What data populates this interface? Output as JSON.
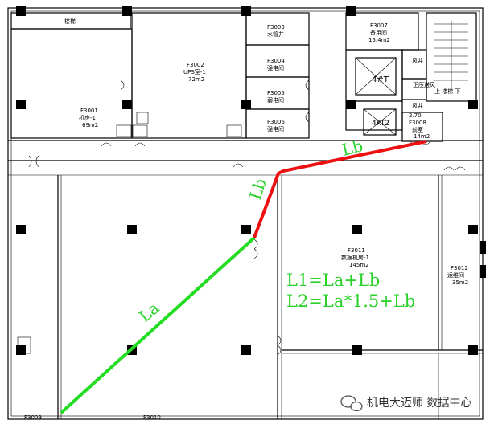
{
  "rooms": {
    "f3001": {
      "code": "F3001",
      "name": "机房-1",
      "area": "69m2"
    },
    "f3002": {
      "code": "F3002",
      "name": "UPS室-1",
      "area": "72m2"
    },
    "f3003": {
      "code": "F3003",
      "name": "水管井"
    },
    "f3004": {
      "code": "F3004",
      "name": "强电间"
    },
    "f3005": {
      "code": "F3005",
      "name": "弱电间"
    },
    "f3006": {
      "code": "F3006",
      "name": "强电间"
    },
    "f3007": {
      "code": "F3007",
      "name": "备用间",
      "area": "15.4m2"
    },
    "f3008": {
      "code": "F3008",
      "name": "前室",
      "area": "14m2",
      "level": "2.70"
    },
    "f3009": {
      "code": "F3009"
    },
    "f3010": {
      "code": "F3010"
    },
    "f3011": {
      "code": "F3011",
      "name": "数据机房-1",
      "area": "145m2"
    },
    "f3012": {
      "code": "F3012",
      "name": "运维间",
      "area": "35m2"
    }
  },
  "misc": {
    "top_room": "楼梯",
    "elev1": "4#T",
    "elev2": "4KT2",
    "stair_text": "上 楼梯 下",
    "shaft_a": "风井",
    "shaft_b": "正压送风",
    "shaft_c": "风井"
  },
  "diagram": {
    "label_la": "La",
    "label_lb_upper": "Lb",
    "label_lb_lower": "Lb",
    "eq1": "L1=La+Lb",
    "eq2": "L2=La*1.5+Lb",
    "route_colors": {
      "la": "#22dd22",
      "lb": "#ee1111"
    }
  },
  "watermark": {
    "text": "机电大迈师 数据中心",
    "icon": "wechat-icon"
  }
}
